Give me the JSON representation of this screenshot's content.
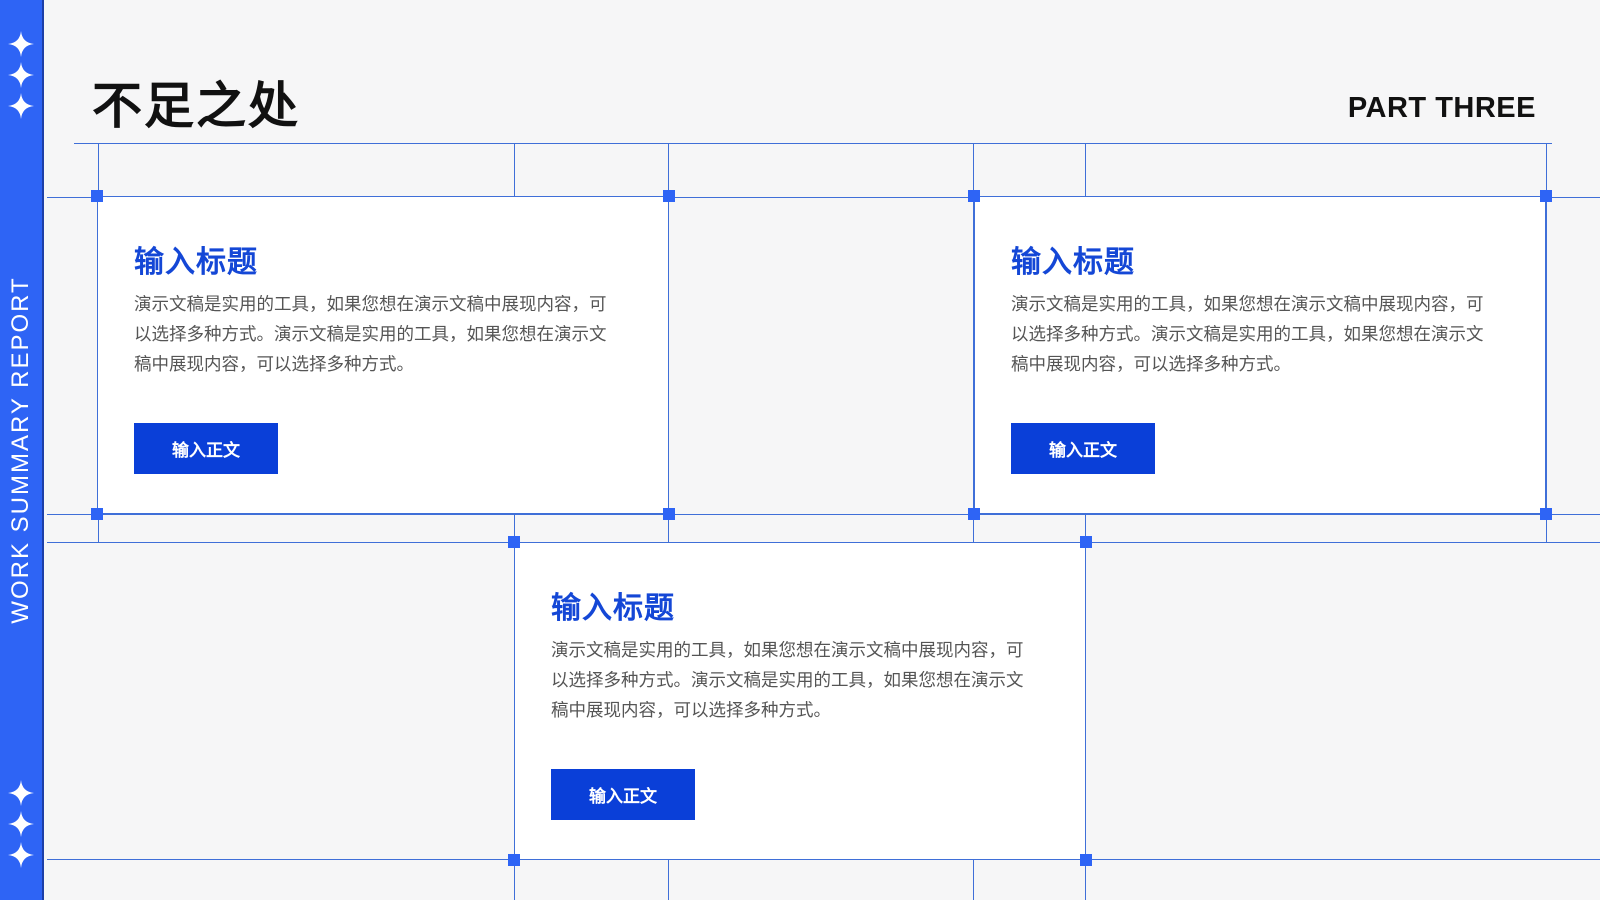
{
  "slide": {
    "title": "不足之处",
    "part_label": "PART THREE",
    "sidebar_text": "WORK SUMMARY REPORT"
  },
  "cards": [
    {
      "title": "输入标题",
      "body": "演示文稿是实用的工具，如果您想在演示文稿中展现内容，可以选择多种方式。演示文稿是实用的工具，如果您想在演示文稿中展现内容，可以选择多种方式。",
      "button_label": "输入正文"
    },
    {
      "title": "输入标题",
      "body": "演示文稿是实用的工具，如果您想在演示文稿中展现内容，可以选择多种方式。演示文稿是实用的工具，如果您想在演示文稿中展现内容，可以选择多种方式。",
      "button_label": "输入正文"
    },
    {
      "title": "输入标题",
      "body": "演示文稿是实用的工具，如果您想在演示文稿中展现内容，可以选择多种方式。演示文稿是实用的工具，如果您想在演示文稿中展现内容，可以选择多种方式。",
      "button_label": "输入正文"
    }
  ],
  "icons": {
    "sidebar_decoration": "sparkle-star-icon",
    "selection_handle": "square-handle-icon"
  },
  "colors": {
    "accent": "#2e64f5",
    "button": "#0a3fd8",
    "title_blue": "#1447d6",
    "grid_line": "#3f6fd8",
    "background": "#f6f6f7"
  }
}
